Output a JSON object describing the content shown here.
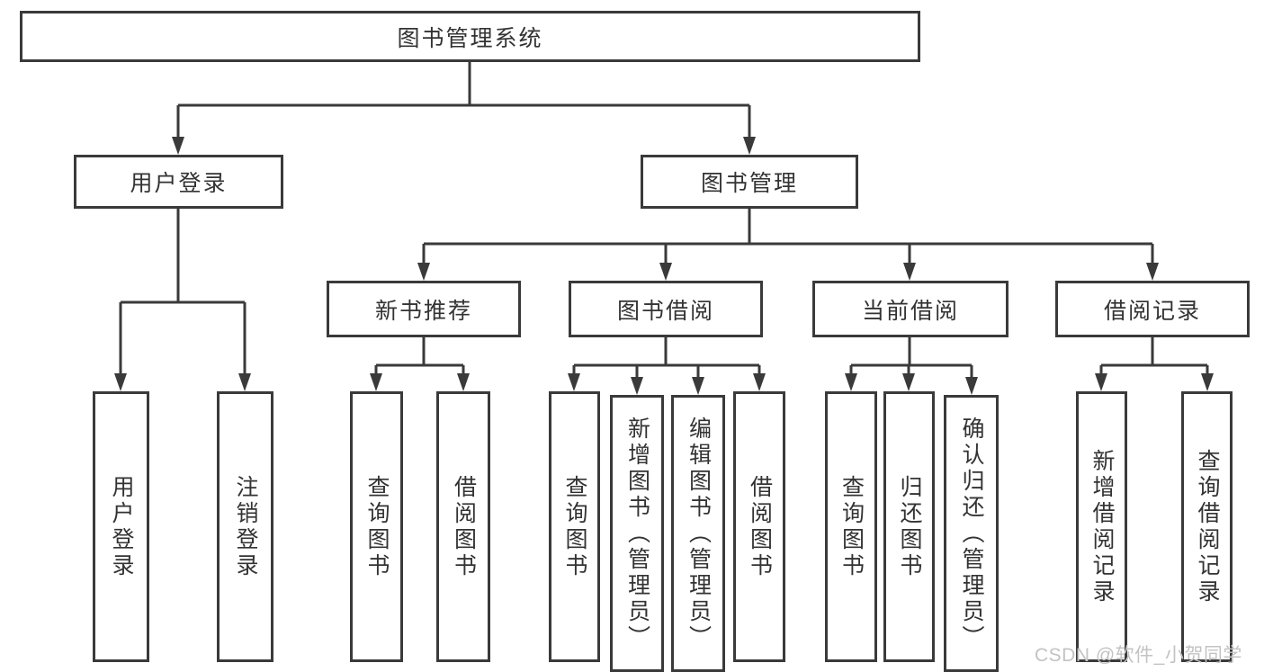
{
  "diagram": {
    "title": "图书管理系统",
    "level2": {
      "user_login": {
        "label": "用户登录"
      },
      "book_management": {
        "label": "图书管理"
      }
    },
    "level3": {
      "new_book_recommend": {
        "label": "新书推荐"
      },
      "book_borrowing": {
        "label": "图书借阅"
      },
      "current_borrowing": {
        "label": "当前借阅"
      },
      "borrowing_records": {
        "label": "借阅记录"
      }
    },
    "leaves": {
      "user_login_op": "用户登录",
      "logout": "注销登录",
      "recommend_query_books": "查询图书",
      "recommend_borrow_books": "借阅图书",
      "borrowing_query_books": "查询图书",
      "borrowing_add_books_admin": "新增图书（管理员）",
      "borrowing_edit_books_admin": "编辑图书（管理员）",
      "borrowing_borrow_books": "借阅图书",
      "current_query_books": "查询图书",
      "current_return_books": "归还图书",
      "current_confirm_return_admin": "确认归还（管理员）",
      "records_add_record": "新增借阅记录",
      "records_query_record": "查询借阅记录"
    },
    "watermark": "CSDN @软件_小贺同学",
    "colors": {
      "line": "#3a3a3a",
      "text": "#333333",
      "watermark": "#c3c3c3",
      "background": "#ffffff"
    }
  }
}
